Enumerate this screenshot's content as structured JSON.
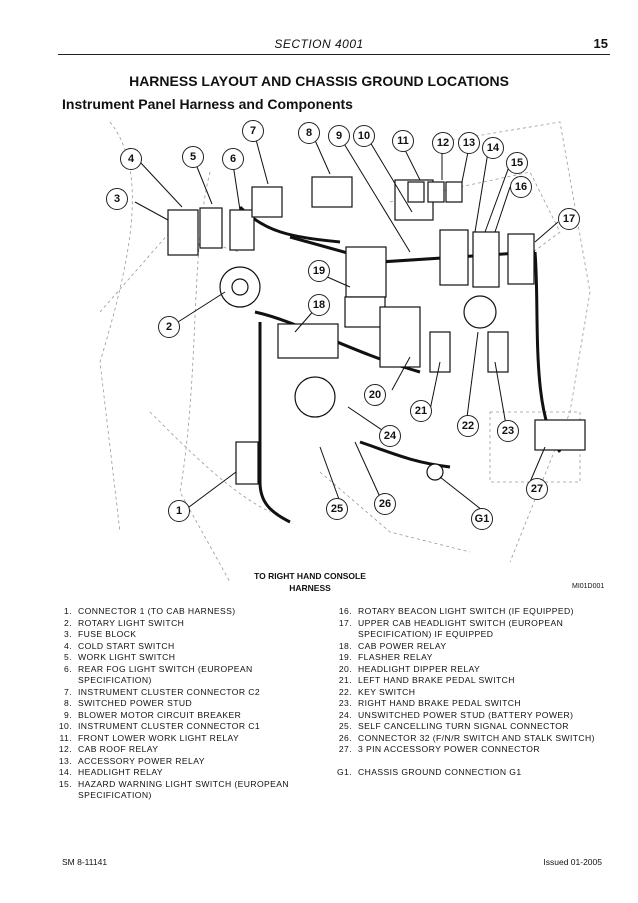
{
  "header": {
    "section": "SECTION 4001",
    "page": "15"
  },
  "title": "HARNESS LAYOUT AND CHASSIS GROUND LOCATIONS",
  "subtitle": "Instrument Panel Harness and Components",
  "diagram": {
    "callouts": [
      "1",
      "2",
      "3",
      "4",
      "5",
      "6",
      "7",
      "8",
      "9",
      "10",
      "11",
      "12",
      "13",
      "14",
      "15",
      "16",
      "17",
      "18",
      "19",
      "20",
      "21",
      "22",
      "23",
      "24",
      "25",
      "26",
      "27",
      "G1"
    ],
    "console_label_line1": "TO RIGHT HAND CONSOLE",
    "console_label_line2": "HARNESS",
    "figure_code": "MI01D001"
  },
  "legend_left": [
    {
      "num": "1.",
      "text": "CONNECTOR 1 (TO CAB HARNESS)"
    },
    {
      "num": "2.",
      "text": "ROTARY LIGHT SWITCH"
    },
    {
      "num": "3.",
      "text": "FUSE BLOCK"
    },
    {
      "num": "4.",
      "text": "COLD START SWITCH"
    },
    {
      "num": "5.",
      "text": "WORK LIGHT SWITCH"
    },
    {
      "num": "6.",
      "text": "REAR FOG LIGHT SWITCH (EUROPEAN"
    },
    {
      "num": "",
      "text": "SPECIFICATION)"
    },
    {
      "num": "7.",
      "text": "INSTRUMENT CLUSTER CONNECTOR C2"
    },
    {
      "num": "8.",
      "text": "SWITCHED POWER STUD"
    },
    {
      "num": "9.",
      "text": "BLOWER MOTOR CIRCUIT BREAKER"
    },
    {
      "num": "10.",
      "text": "INSTRUMENT CLUSTER CONNECTOR C1"
    },
    {
      "num": "11.",
      "text": "FRONT LOWER WORK LIGHT RELAY"
    },
    {
      "num": "12.",
      "text": "CAB ROOF RELAY"
    },
    {
      "num": "13.",
      "text": "ACCESSORY POWER RELAY"
    },
    {
      "num": "14.",
      "text": "HEADLIGHT RELAY"
    },
    {
      "num": "15.",
      "text": "HAZARD WARNING LIGHT SWITCH (EUROPEAN"
    },
    {
      "num": "",
      "text": "SPECIFICATION)"
    }
  ],
  "legend_right": [
    {
      "num": "16.",
      "text": "ROTARY BEACON LIGHT SWITCH (IF EQUIPPED)"
    },
    {
      "num": "17.",
      "text": "UPPER CAB HEADLIGHT SWITCH (EUROPEAN"
    },
    {
      "num": "",
      "text": "SPECIFICATION) IF EQUIPPED"
    },
    {
      "num": "18.",
      "text": "CAB POWER RELAY"
    },
    {
      "num": "19.",
      "text": "FLASHER RELAY"
    },
    {
      "num": "20.",
      "text": "HEADLIGHT DIPPER RELAY"
    },
    {
      "num": "21.",
      "text": "LEFT HAND BRAKE PEDAL SWITCH"
    },
    {
      "num": "22.",
      "text": "KEY SWITCH"
    },
    {
      "num": "23.",
      "text": "RIGHT HAND BRAKE PEDAL SWITCH"
    },
    {
      "num": "24.",
      "text": "UNSWITCHED POWER STUD (BATTERY POWER)"
    },
    {
      "num": "25.",
      "text": "SELF CANCELLING TURN SIGNAL CONNECTOR"
    },
    {
      "num": "26.",
      "text": "CONNECTOR 32 (F/N/R SWITCH AND STALK SWITCH)"
    },
    {
      "num": "27.",
      "text": "3 PIN ACCESSORY POWER CONNECTOR"
    },
    {
      "num": "",
      "text": ""
    },
    {
      "num": "G1.",
      "text": "CHASSIS GROUND CONNECTION G1"
    }
  ],
  "footer": {
    "left": "SM 8-11141",
    "right": "Issued 01-2005"
  }
}
